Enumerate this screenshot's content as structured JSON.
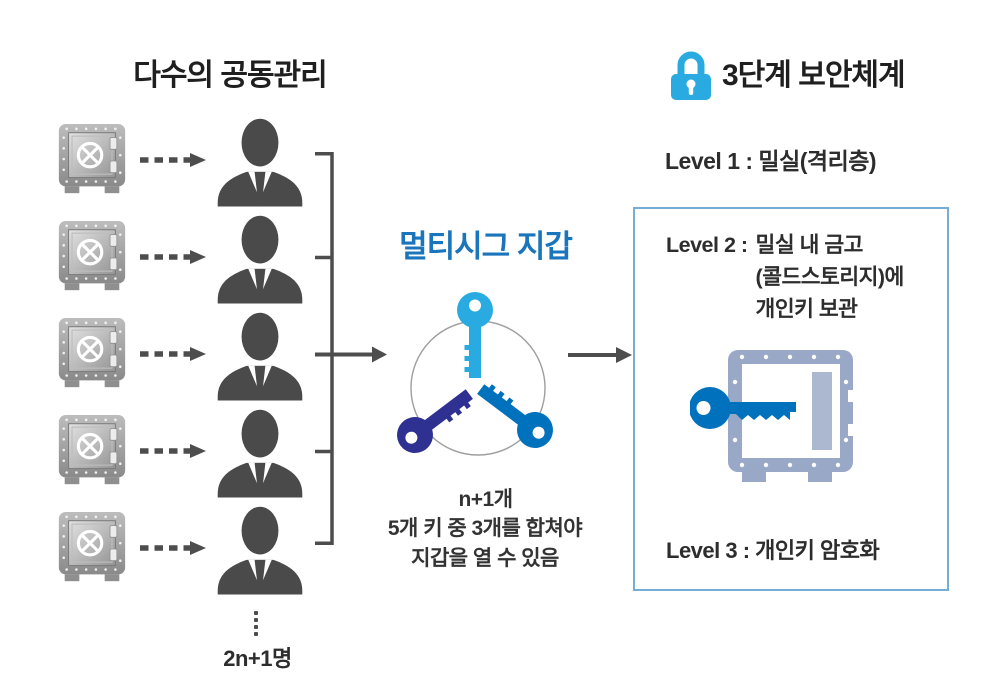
{
  "colors": {
    "text_dark": "#1f1f1f",
    "gray_icon": "#4d4d4d",
    "blue_title": "#1b75bc",
    "light_blue": "#29abe2",
    "mid_blue": "#0071bc",
    "navy": "#2e3192",
    "box_border": "#74aed6",
    "safe_slate": "#98a8c6"
  },
  "left_section": {
    "title": "다수의 공동관리",
    "row_count": 5,
    "row_icons": [
      "safe-icon",
      "dashed-arrow-icon",
      "person-icon"
    ],
    "count_label": "2n+1명"
  },
  "center_section": {
    "title": "멀티시그 지갑",
    "keys_icon": "multisig-three-keys-icon",
    "key_count_label": "n+1개",
    "description_line1": "5개 키 중 3개를 합쳐야",
    "description_line2": "지갑을 열 수 있음"
  },
  "right_section": {
    "title": "3단계 보안체계",
    "title_icon": "lock-icon",
    "level1_label": "Level 1 : 밀실(격리층)",
    "level2_prefix": "Level 2 :",
    "level2_line1": "밀실 내 금고",
    "level2_line2": "(콜드스토리지)에",
    "level2_line3": "개인키 보관",
    "vault_icon": "vault-with-key-icon",
    "level3_label": "Level 3 : 개인키 암호화"
  }
}
